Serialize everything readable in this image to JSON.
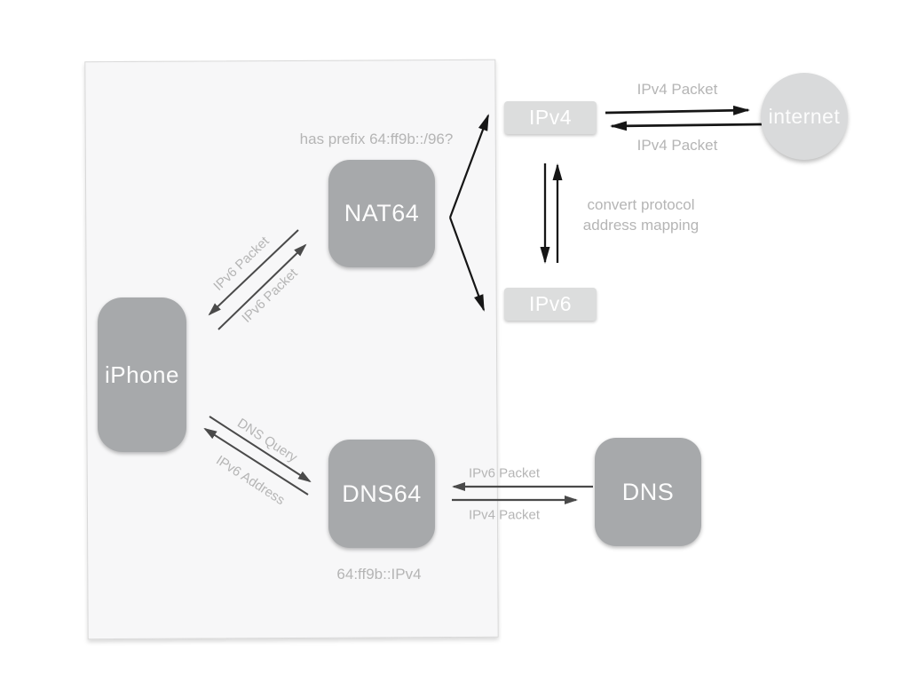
{
  "diagram": {
    "nodes": {
      "iphone": {
        "label": "iPhone"
      },
      "nat64": {
        "label": "NAT64"
      },
      "dns64": {
        "label": "DNS64"
      },
      "dns": {
        "label": "DNS"
      },
      "ipv4": {
        "label": "IPv4"
      },
      "ipv6": {
        "label": "IPv6"
      },
      "internet": {
        "label": "internet"
      }
    },
    "labels": {
      "prefix_question": "has prefix 64:ff9b::/96?",
      "iphone_nat64_up": "IPv6 Packet",
      "iphone_nat64_down": "IPv6 Packet",
      "dns_query": "DNS Query",
      "ipv6_address": "IPv6 Address",
      "ipv4_packet_top": "IPv4 Packet",
      "ipv4_packet_bottom": "IPv4 Packet",
      "convert_line1": "convert protocol",
      "convert_line2": "address mapping",
      "dns64_dns_ipv6": "IPv6 Packet",
      "dns64_dns_ipv4": "IPv4 Packet",
      "mapping_note": "64:ff9b::IPv4"
    },
    "colors": {
      "node_fill": "#a7a9ab",
      "chip_fill": "#dcdddd",
      "circle_fill": "#d9dadb",
      "panel_fill": "#f7f7f8",
      "panel_border": "#d9d9d9",
      "label_text": "#b5b5b5",
      "node_text": "#fcfcfc",
      "arrow_dark": "#4a4a4a",
      "arrow_black": "#161616"
    }
  }
}
